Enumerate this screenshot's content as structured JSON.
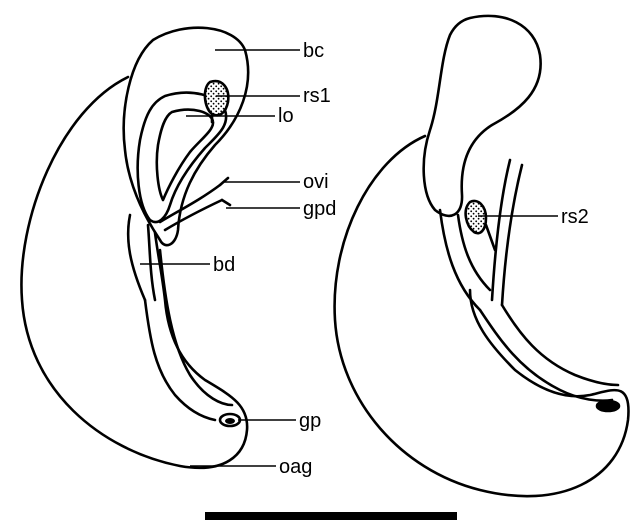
{
  "labels": {
    "bc": "bc",
    "rs1": "rs1",
    "lo": "lo",
    "ovi": "ovi",
    "gpd": "gpd",
    "bd": "bd",
    "rs2": "rs2",
    "gp": "gp",
    "oag": "oag"
  },
  "colors": {
    "ink": "#000000",
    "paper": "#ffffff"
  }
}
